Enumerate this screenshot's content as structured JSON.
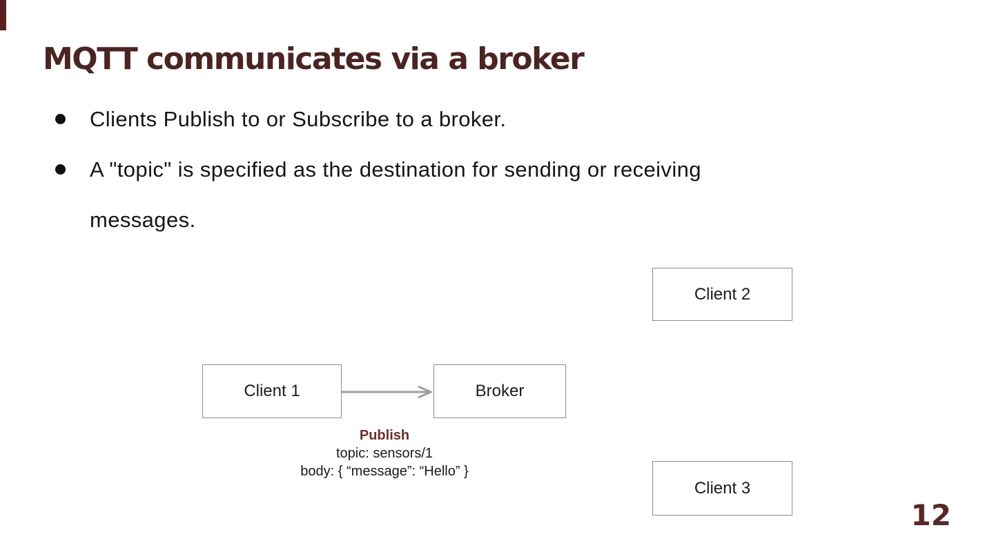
{
  "slide": {
    "title": "MQTT communicates via a broker",
    "page_number": "12",
    "bullets": [
      {
        "lines": [
          "Clients Publish to or Subscribe to a broker."
        ]
      },
      {
        "lines": [
          "A \"topic\" is specified as the destination for sending or receiving",
          "messages."
        ]
      }
    ],
    "diagram": {
      "nodes": [
        {
          "id": "client2",
          "label": "Client 2"
        },
        {
          "id": "client1",
          "label": "Client 1"
        },
        {
          "id": "broker",
          "label": "Broker"
        },
        {
          "id": "client3",
          "label": "Client 3"
        }
      ],
      "arrow": {
        "from": "Client 1",
        "to": "Broker"
      },
      "message": {
        "action": "Publish",
        "topic_line": "topic: sensors/1",
        "body_line": "body: { “message”: “Hello” }"
      }
    },
    "colors": {
      "title_accent": "#4a2423",
      "corner_bar": "#5a2020",
      "publish_label": "#6b2e2e",
      "box_border": "#8c8c8c",
      "arrow": "#9e9e9e",
      "body_text": "#151515"
    }
  }
}
